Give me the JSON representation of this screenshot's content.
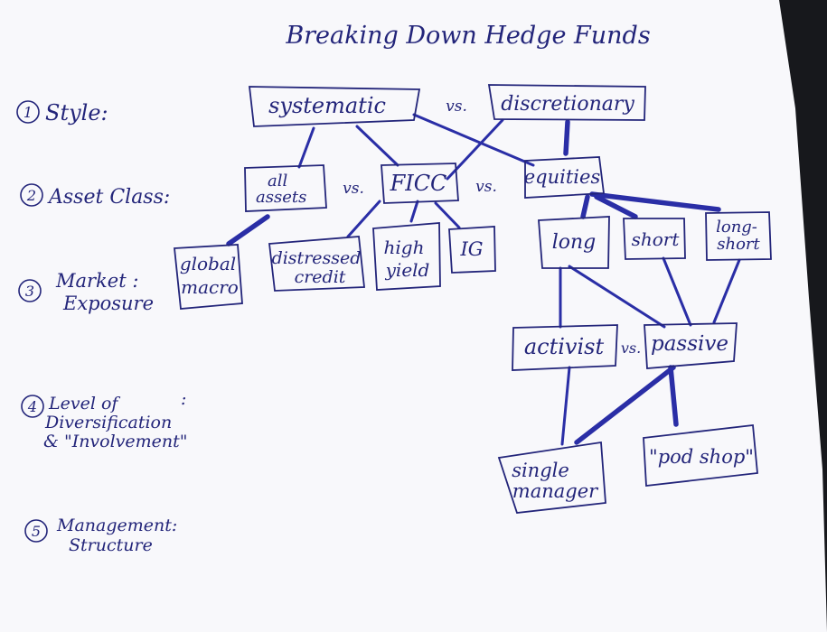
{
  "title": "Breaking Down Hedge Funds",
  "colors": {
    "ink": "#23257a",
    "marker": "#2a2ea6",
    "paper": "#f8f8fb",
    "background": "#17181c"
  },
  "levels": [
    {
      "number": "1",
      "line1": "Style:",
      "line2": ""
    },
    {
      "number": "2",
      "line1": "Asset Class:",
      "line2": ""
    },
    {
      "number": "3",
      "line1": "Market :",
      "line2": "Exposure"
    },
    {
      "number": "4",
      "line1": "Level of",
      "line2": "Diversification",
      "line3": "& \"Involvement\"",
      "colon": ":"
    },
    {
      "number": "5",
      "line1": "Management:",
      "line2": "Structure"
    }
  ],
  "nodes": {
    "systematic": "systematic",
    "discretionary": "discretionary",
    "all_assets_1": "all",
    "all_assets_2": "assets",
    "ficc": "FICC",
    "equities": "equities",
    "global_macro_1": "global",
    "global_macro_2": "macro",
    "distressed_credit_1": "distressed",
    "distressed_credit_2": "credit",
    "high_yield_1": "high",
    "high_yield_2": "yield",
    "ig": "IG",
    "long": "long",
    "short": "short",
    "long_short_1": "long-",
    "long_short_2": "short",
    "activist": "activist",
    "passive": "passive",
    "single_manager_1": "single",
    "single_manager_2": "manager",
    "pod_shop": "\"pod shop\""
  },
  "connectors": {
    "vs_style": "vs.",
    "vs_asset_1": "vs.",
    "vs_asset_2": "vs.",
    "vs_involvement": "vs."
  }
}
